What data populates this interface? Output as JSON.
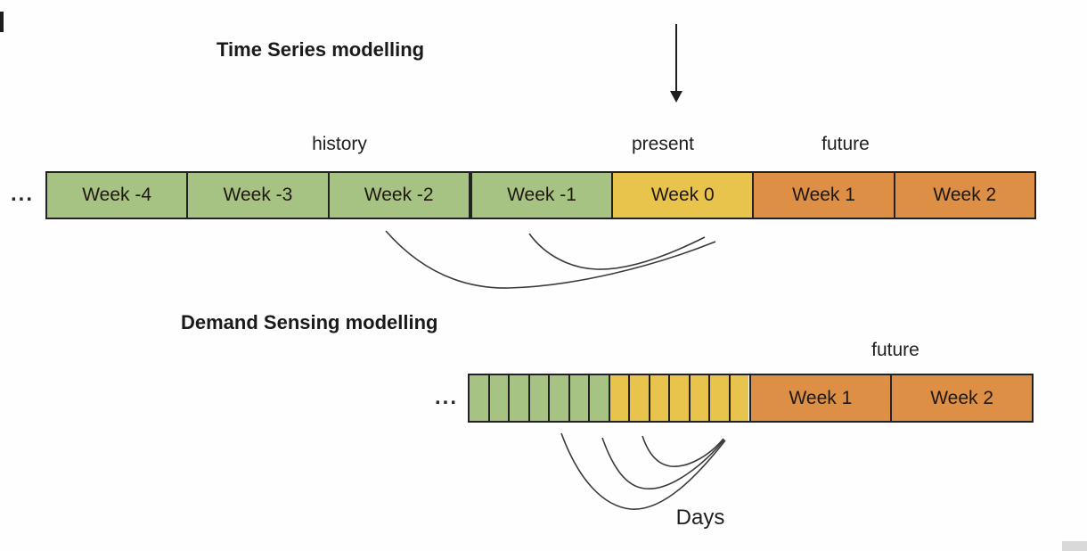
{
  "top_section": {
    "title": "Time Series modelling",
    "ellipsis": "...",
    "labels": {
      "history": "history",
      "present": "present",
      "future": "future"
    },
    "weeks": [
      {
        "label": "Week -4",
        "phase": "history"
      },
      {
        "label": "Week -3",
        "phase": "history"
      },
      {
        "label": "Week -2",
        "phase": "history"
      },
      {
        "label": "Week -1",
        "phase": "history"
      },
      {
        "label": "Week 0",
        "phase": "present"
      },
      {
        "label": "Week 1",
        "phase": "future"
      },
      {
        "label": "Week 2",
        "phase": "future"
      }
    ]
  },
  "bottom_section": {
    "title": "Demand Sensing modelling",
    "ellipsis": "...",
    "labels": {
      "future": "future",
      "days": "Days"
    },
    "day_cells": {
      "history_count": 7,
      "present_count": 7
    },
    "weeks": [
      {
        "label": "Week 1",
        "phase": "future"
      },
      {
        "label": "Week 2",
        "phase": "future"
      }
    ]
  },
  "colors": {
    "history_green": "#a6c384",
    "present_yellow": "#e8c44d",
    "future_orange": "#dd8f45",
    "outline": "#222222"
  }
}
